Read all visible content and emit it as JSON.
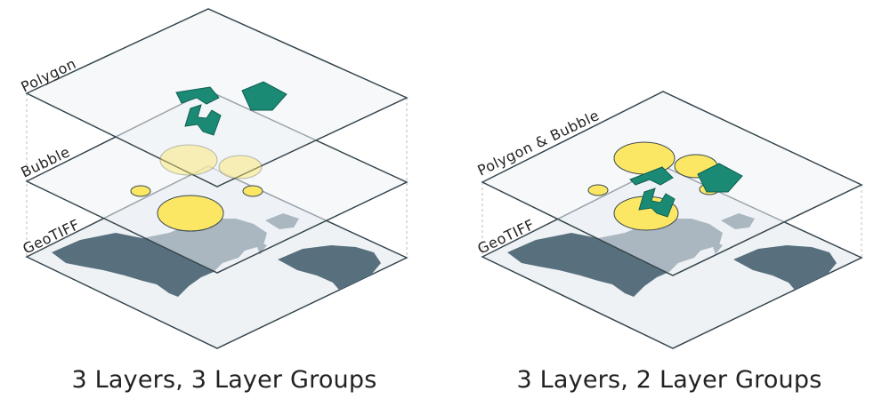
{
  "diagrams": [
    {
      "caption": "3 Layers, 3 Layer Groups",
      "layers": [
        "Polygon",
        "Bubble",
        "GeoTIFF"
      ]
    },
    {
      "caption": "3 Layers, 2 Layer Groups",
      "layers": [
        "Polygon & Bubble",
        "GeoTIFF"
      ]
    }
  ],
  "colors": {
    "plane_fill": "#eef2f5",
    "plane_stroke": "#37474f",
    "map_land": "#58707e",
    "bubble": "#fce764",
    "polygon": "#1b8a74"
  }
}
